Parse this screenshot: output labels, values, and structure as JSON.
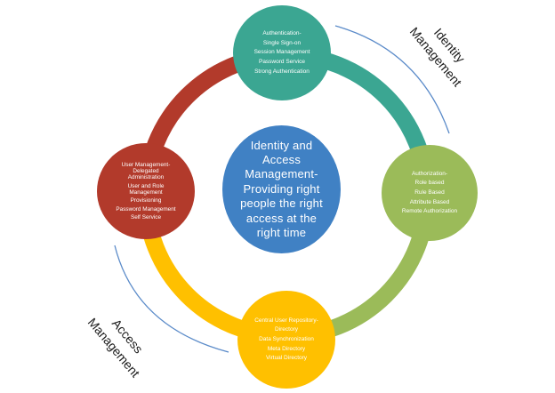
{
  "diagram": {
    "center_text": "Identity and\nAccess\nManagement-\nProviding right\npeople the right\naccess at the\nright time",
    "outer_labels": {
      "top_right": "Identity\nManagement",
      "bottom_left": "Access\nManagement"
    }
  },
  "circles": {
    "top": {
      "name": "Authentication",
      "items": [
        "Authentication-",
        "Single Sign-on",
        "Session Management",
        "Password Service",
        "Strong Authentication"
      ]
    },
    "right": {
      "name": "Authorization",
      "items": [
        "Authorization-",
        "Role based",
        "Rule Based",
        "Attribute Based",
        "Remote Authorization"
      ]
    },
    "bottom": {
      "name": "Central User Repository",
      "items": [
        "Central User Repository-",
        "Directory",
        "Data Synchronization",
        "Meta Directory",
        "Virtual Directory"
      ]
    },
    "left": {
      "name": "User Management",
      "items": [
        "User Management-\nDelegated\nAdministration",
        "User and Role\nManagement",
        "Provisioning",
        "Password Management",
        "Self Service"
      ]
    }
  },
  "colors": {
    "center_blue": "#4081C4",
    "teal": "#3BA692",
    "red": "#B23A2B",
    "green": "#9BBB59",
    "gold": "#FFC000",
    "connector_blue": "#5B8BC9"
  }
}
